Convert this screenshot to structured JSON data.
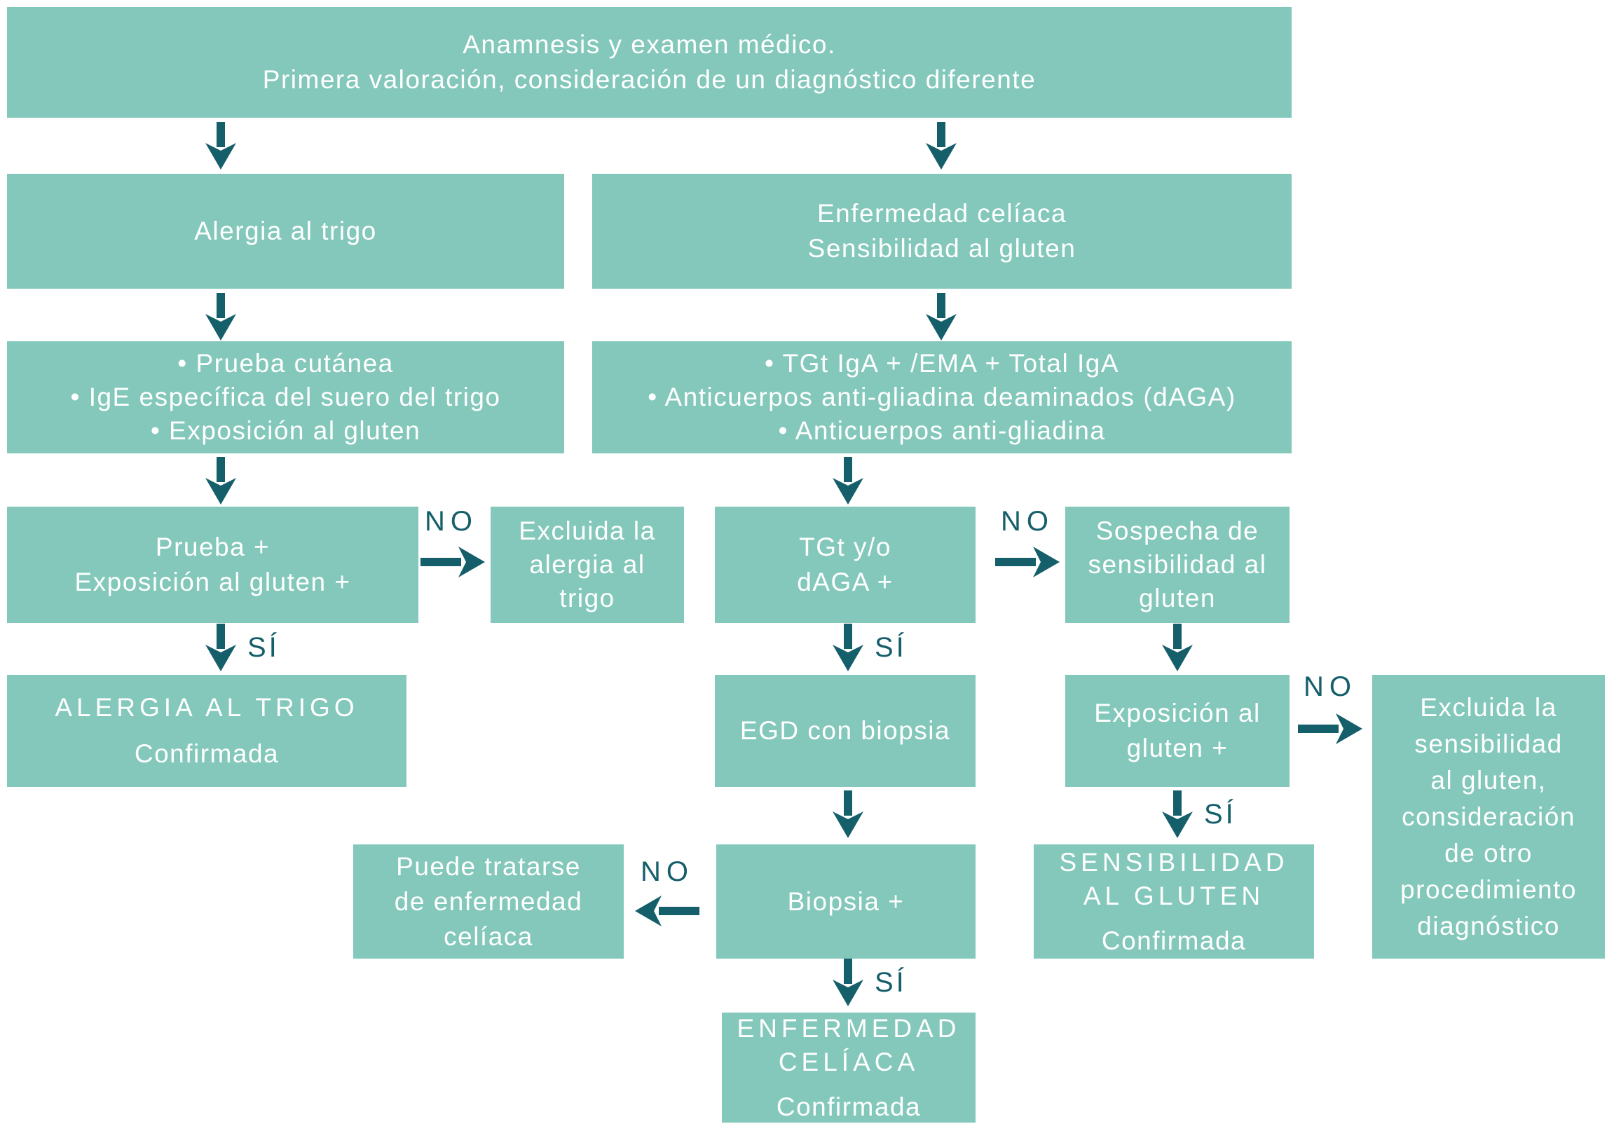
{
  "diagram": {
    "type": "flowchart",
    "language": "es",
    "topic": "Algoritmo diagnóstico: alergia al trigo, enfermedad celíaca y sensibilidad al gluten"
  },
  "colors": {
    "box_fill": "#83c8bb",
    "arrow": "#155f6b",
    "box_text": "#ffffff",
    "bg": "#ffffff"
  },
  "labels": {
    "no": "NO",
    "si": "SÍ"
  },
  "nodes": {
    "root": {
      "lines": [
        "Anamnesis y examen médico.",
        "Primera valoración, consideración de un diagnóstico diferente"
      ]
    },
    "wheat_allergy": {
      "lines": [
        "Alergia al trigo"
      ]
    },
    "celiac_gluten": {
      "lines": [
        "Enfermedad celíaca",
        "Sensibilidad al gluten"
      ]
    },
    "wheat_tests": {
      "lines": [
        "• Prueba cutánea",
        "• IgE específica del suero del trigo",
        "• Exposición al gluten"
      ]
    },
    "celiac_tests": {
      "lines": [
        "• TGt IgA + /EMA + Total IgA",
        "• Anticuerpos anti-gliadina deaminados (dAGA)",
        "• Anticuerpos anti-gliadina"
      ]
    },
    "prueba_pos": {
      "lines": [
        "Prueba +",
        "Exposición al gluten +"
      ]
    },
    "excl_wheat": {
      "lines": [
        "Excluida la",
        "alergia al",
        "trigo"
      ]
    },
    "tgt_daga": {
      "lines": [
        "TGt y/o",
        "dAGA +"
      ]
    },
    "sospecha": {
      "lines": [
        "Sospecha de",
        "sensibilidad al",
        "gluten"
      ]
    },
    "alergia_conf": {
      "lines": [
        "ALERGIA AL TRIGO",
        "Confirmada"
      ]
    },
    "egd": {
      "lines": [
        "EGD con biopsia"
      ]
    },
    "exposicion": {
      "lines": [
        "Exposición al",
        "gluten +"
      ]
    },
    "excl_gluten": {
      "lines": [
        "Excluida la",
        "sensibilidad",
        "al gluten,",
        "consideración",
        "de otro",
        "procedimiento",
        "diagnóstico"
      ]
    },
    "puede": {
      "lines": [
        "Puede tratarse",
        "de enfermedad",
        "celíaca"
      ]
    },
    "biopsia": {
      "lines": [
        "Biopsia +"
      ]
    },
    "sens_conf": {
      "lines": [
        "SENSIBILIDAD",
        "AL GLUTEN",
        "Confirmada"
      ]
    },
    "enf_conf": {
      "lines": [
        "ENFERMEDAD",
        "CELÍACA",
        "Confirmada"
      ]
    }
  },
  "edges": [
    {
      "from": "root",
      "to": "wheat_allergy",
      "label": ""
    },
    {
      "from": "root",
      "to": "celiac_gluten",
      "label": ""
    },
    {
      "from": "wheat_allergy",
      "to": "wheat_tests",
      "label": ""
    },
    {
      "from": "celiac_gluten",
      "to": "celiac_tests",
      "label": ""
    },
    {
      "from": "wheat_tests",
      "to": "prueba_pos",
      "label": ""
    },
    {
      "from": "celiac_tests",
      "to": "tgt_daga",
      "label": ""
    },
    {
      "from": "prueba_pos",
      "to": "excl_wheat",
      "label": "NO"
    },
    {
      "from": "prueba_pos",
      "to": "alergia_conf",
      "label": "SÍ"
    },
    {
      "from": "tgt_daga",
      "to": "sospecha",
      "label": "NO"
    },
    {
      "from": "tgt_daga",
      "to": "egd",
      "label": "SÍ"
    },
    {
      "from": "sospecha",
      "to": "exposicion",
      "label": ""
    },
    {
      "from": "egd",
      "to": "biopsia",
      "label": ""
    },
    {
      "from": "exposicion",
      "to": "excl_gluten",
      "label": "NO"
    },
    {
      "from": "exposicion",
      "to": "sens_conf",
      "label": "SÍ"
    },
    {
      "from": "biopsia",
      "to": "puede",
      "label": "NO"
    },
    {
      "from": "biopsia",
      "to": "enf_conf",
      "label": "SÍ"
    }
  ]
}
